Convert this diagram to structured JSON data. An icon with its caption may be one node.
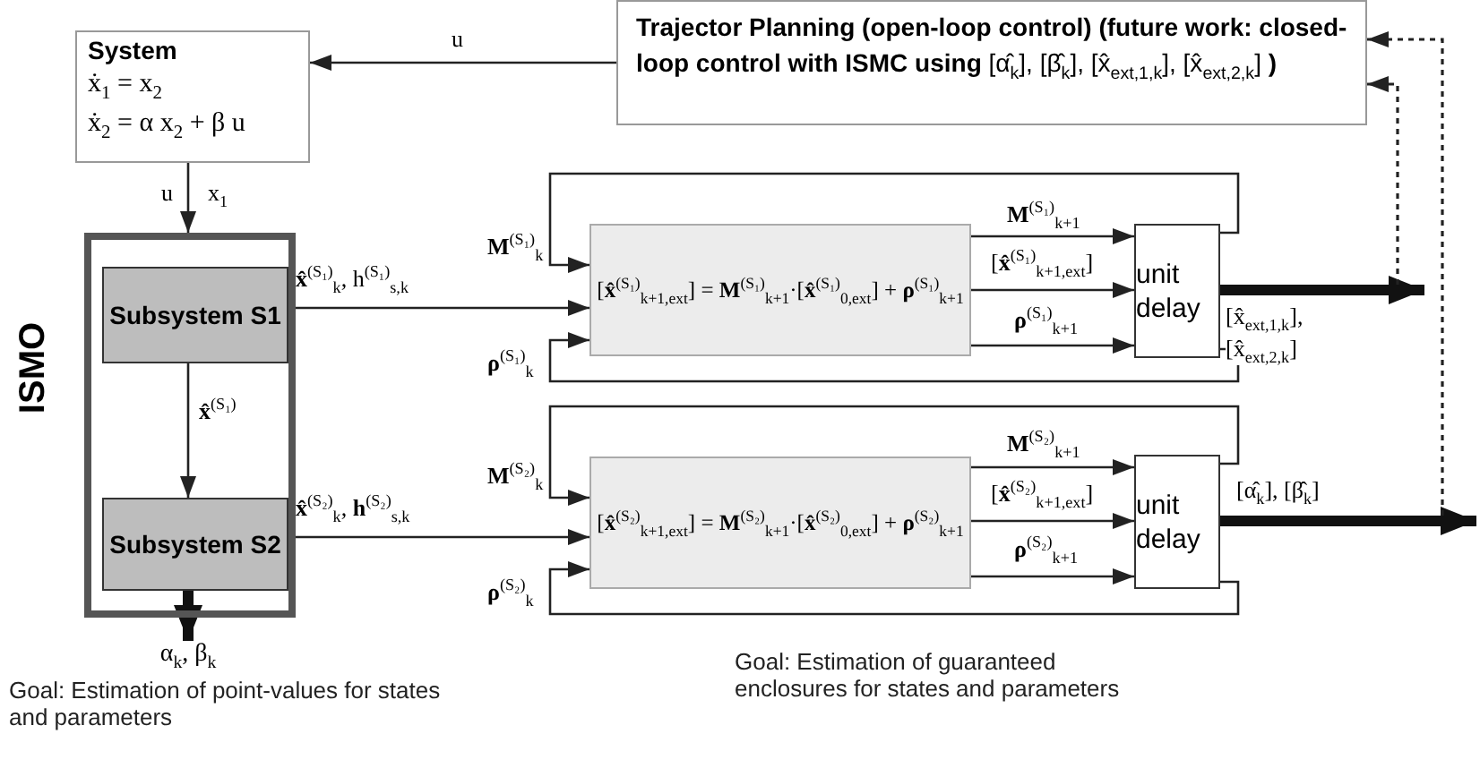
{
  "diagram": {
    "nodes": [
      {
        "text": [
          "System",
          "ẋ$_{1}$ = x$_{2}$",
          "ẋ$_{2}$ = α x$_{2}$ + β u"
        ]
      },
      {
        "text": [
          "**Trajector Planning (open-loop control) (future work: closed-loop control with ISMC using** [α̂$_{k}$], [β̂$_{k}$], [x̂$_{ext,1,k}$], [x̂$_{ext,2,k}$] **)**"
        ]
      },
      {
        "text": [
          "ISMO"
        ]
      },
      {
        "text": [
          "Subsystem S1"
        ],
        "in": 2
      },
      {
        "text": [
          "Subsystem S2"
        ],
        "in": 2
      },
      {
        "text": [
          "[**x̂**$^{(S₁)}$$_{k+1,ext}$] = **M**$^{(S₁)}$$_{k+1}$·[**x̂**$^{(S₁)}$$_{0,ext}$] + **ρ**$^{(S₁)}$$_{k+1}$"
        ]
      },
      {
        "text": [
          "unit delay"
        ]
      },
      {
        "text": [
          "[**x̂**$^{(S₂)}$$_{k+1,ext}$] = **M**$^{(S₂)}$$_{k+1}$·[**x̂**$^{(S₂)}$$_{0,ext}$] + **ρ**$^{(S₂)}$$_{k+1}$"
        ]
      },
      {
        "text": [
          "unit delay"
        ]
      },
      {
        "text": [
          "α$_{k}$, β$_{k}$"
        ]
      }
    ],
    "edges": [
      {
        "from": 1,
        "to": 0,
        "arrow": "to",
        "label": "u"
      },
      {
        "from": 0,
        "to": 2,
        "arrow": "to",
        "label": "u"
      },
      {
        "from": 3,
        "to": 4,
        "arrow": "to",
        "label": "**x̂**$^{(S₁)}$"
      },
      {
        "from": 3,
        "to": 5,
        "arrow": "to",
        "label": "**x̂**$^{(S₁)}$$_{k}$, h$^{(S₁)}$$_{s,k}$"
      },
      {
        "from": 4,
        "to": 7,
        "arrow": "to",
        "label": "**x̂**$^{(S₂)}$$_{k}$, **h**$^{(S₂)}$$_{s,k}$"
      },
      {
        "from": 4,
        "to": 9,
        "arrow": "to",
        "style": "thick"
      },
      {
        "from": 5,
        "to": 6,
        "arrow": "to",
        "label": "**M**$^{(S₁)}$$_{k+1}$"
      },
      {
        "from": 5,
        "to": 6,
        "arrow": "to",
        "label": "[**x̂**$^{(S₁)}$$_{k+1,ext}$]"
      },
      {
        "from": 5,
        "to": 6,
        "arrow": "to",
        "label": "**ρ**$^{(S₁)}$$_{k+1}$"
      },
      {
        "from": 6,
        "to": 5,
        "arrow": "to",
        "label": "**M**$^{(S₁)}$$_{k}$"
      },
      {
        "from": 6,
        "to": 5,
        "arrow": "to",
        "label": "**ρ**$^{(S₁)}$$_{k}$"
      },
      {
        "from": 7,
        "to": 8,
        "arrow": "to",
        "label": "**M**$^{(S₂)}$$_{k+1}$"
      },
      {
        "from": 7,
        "to": 8,
        "arrow": "to",
        "label": "[**x̂**$^{(S₂)}$$_{k+1,ext}$]"
      },
      {
        "from": 7,
        "to": 8,
        "arrow": "to",
        "label": "**ρ**$^{(S₂)}$$_{k+1}$"
      },
      {
        "from": 8,
        "to": 7,
        "arrow": "to",
        "label": "**M**$^{(S₂)}$$_{k}$"
      },
      {
        "from": 8,
        "to": 7,
        "arrow": "to",
        "label": "**ρ**$^{(S₂)}$$_{k}$"
      },
      {
        "from": 6,
        "to": null,
        "arrow": "to",
        "style": "thick",
        "label": "[x̂$_{ext,1,k}$], [x̂$_{ext,2,k}$]"
      },
      {
        "from": 8,
        "to": null,
        "arrow": "to",
        "style": "thick",
        "label": "[α̂$_{k}$], [β̂$_{k}$]"
      },
      {
        "from": null,
        "to": 1,
        "arrow": "to",
        "style": "dashed"
      },
      {
        "from": null,
        "to": 1,
        "arrow": "to",
        "style": "dashed"
      }
    ],
    "labels": [
      "x$_{1}$",
      "Goal: Estimation of guaranteed enclosures for states and parameters",
      "Goal: Estimation of point-values for states and parameters"
    ]
  }
}
